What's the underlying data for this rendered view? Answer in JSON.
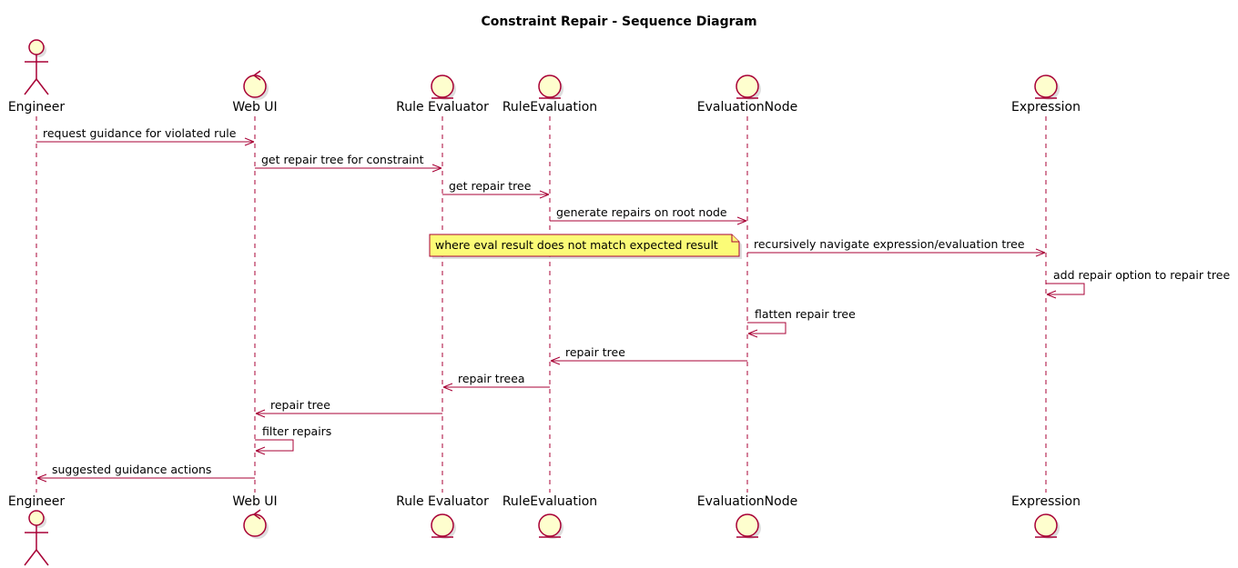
{
  "title": "Constraint Repair - Sequence Diagram",
  "participants": [
    {
      "id": "engineer",
      "label": "Engineer",
      "kind": "actor"
    },
    {
      "id": "webui",
      "label": "Web UI",
      "kind": "control"
    },
    {
      "id": "ruleevaluator",
      "label": "Rule Evaluator",
      "kind": "entity"
    },
    {
      "id": "ruleevaluation",
      "label": "RuleEvaluation",
      "kind": "entity"
    },
    {
      "id": "evaluationnode",
      "label": "EvaluationNode",
      "kind": "entity"
    },
    {
      "id": "expression",
      "label": "Expression",
      "kind": "entity"
    }
  ],
  "messages": [
    {
      "from": "engineer",
      "to": "webui",
      "label": "request guidance for violated rule"
    },
    {
      "from": "webui",
      "to": "ruleevaluator",
      "label": "get repair tree for constraint"
    },
    {
      "from": "ruleevaluator",
      "to": "ruleevaluation",
      "label": "get repair tree"
    },
    {
      "from": "ruleevaluation",
      "to": "evaluationnode",
      "label": "generate repairs on root node"
    },
    {
      "from": "evaluationnode",
      "to": "expression",
      "label": "recursively navigate expression/evaluation tree"
    },
    {
      "from": "expression",
      "to": "expression",
      "label": "add repair option to repair tree"
    },
    {
      "from": "evaluationnode",
      "to": "evaluationnode",
      "label": "flatten repair tree"
    },
    {
      "from": "evaluationnode",
      "to": "ruleevaluation",
      "label": "repair tree"
    },
    {
      "from": "ruleevaluation",
      "to": "ruleevaluator",
      "label": "repair treea"
    },
    {
      "from": "ruleevaluator",
      "to": "webui",
      "label": "repair tree"
    },
    {
      "from": "webui",
      "to": "webui",
      "label": "filter repairs"
    },
    {
      "from": "webui",
      "to": "engineer",
      "label": "suggested guidance actions"
    }
  ],
  "note": {
    "text": "where eval result does not match expected result",
    "attached_to": "evaluationnode",
    "side": "left"
  },
  "colors": {
    "line": "#A80036",
    "participant_fill": "#FEFECE",
    "note_fill": "#FBFB77"
  }
}
